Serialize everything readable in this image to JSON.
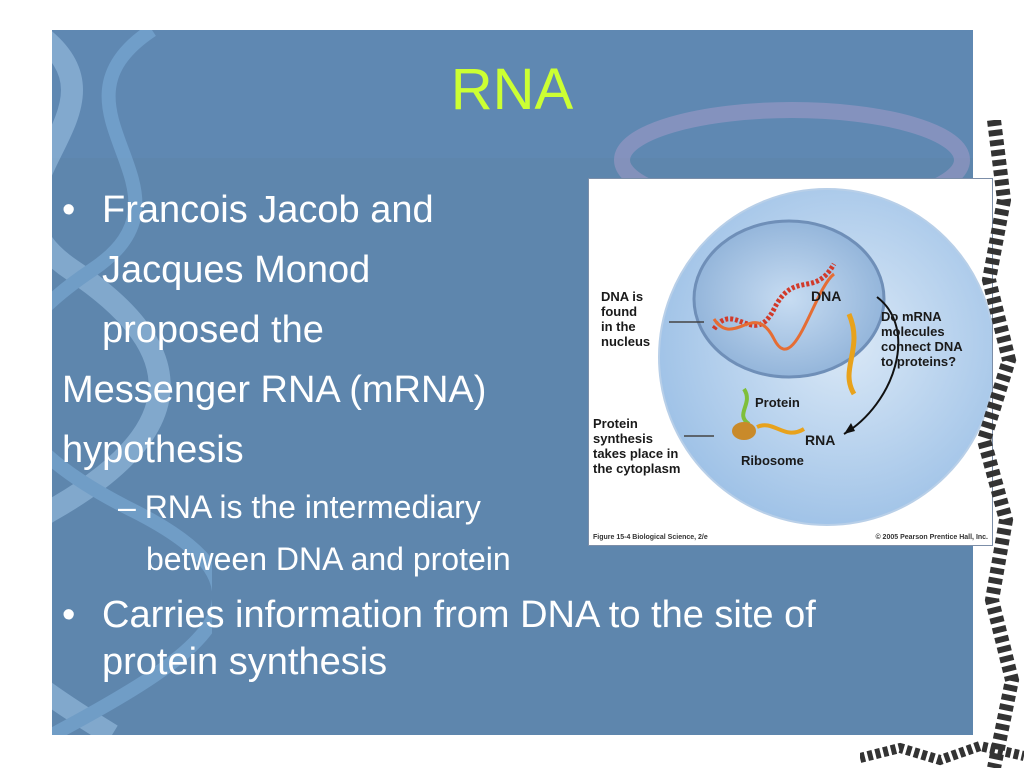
{
  "slide": {
    "title": "RNA",
    "title_color": "#ccff33",
    "background_color": "#5e86ad"
  },
  "bullets": {
    "b1_line1": "Francois Jacob and",
    "b1_line2": "Jacques Monod",
    "b1_line3": "proposed the",
    "b1_line4": "Messenger RNA (mRNA)",
    "b1_line5": "hypothesis",
    "sub1_line1": "– RNA is the intermediary",
    "sub1_line2": "between DNA and protein",
    "b2_line1": "Carries information from DNA to the site of",
    "b2_line2": "protein synthesis",
    "bullet_char": "•"
  },
  "figure": {
    "label_dna_found": "DNA is\nfound\nin the\nnucleus",
    "label_protein_synthesis": "Protein\nsynthesis\ntakes place in\nthe cytoplasm",
    "label_dna": "DNA",
    "label_question": "Do mRNA\nmolecules\nconnect DNA\nto proteins?",
    "label_protein": "Protein",
    "label_rna": "RNA",
    "label_ribosome": "Ribosome",
    "caption_left": "Figure 15-4  Biological Science, 2/e",
    "caption_right": "© 2005 Pearson Prentice Hall, Inc."
  }
}
